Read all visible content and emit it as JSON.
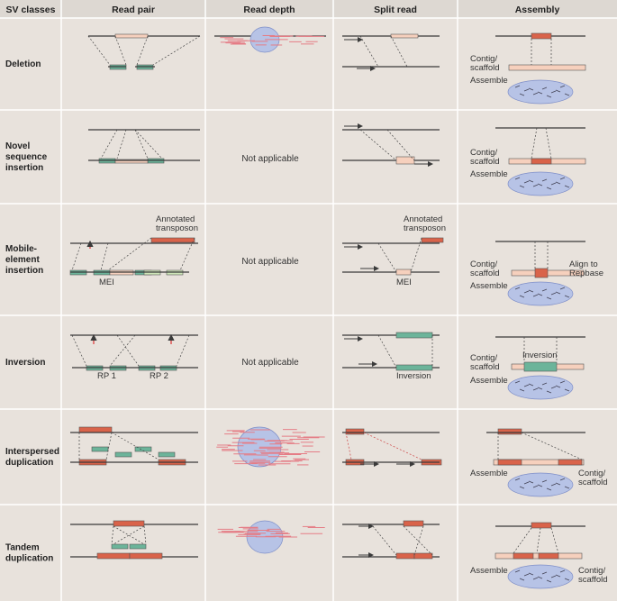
{
  "headers": [
    "SV classes",
    "Read pair",
    "Read depth",
    "Split read",
    "Assembly"
  ],
  "rows": [
    {
      "label": [
        "Deletion"
      ],
      "read_depth": "",
      "assembly": {
        "contig": [
          "Contig/",
          "scaffold"
        ],
        "assemble": "Assemble"
      }
    },
    {
      "label": [
        "Novel",
        "sequence",
        "insertion"
      ],
      "read_depth": "Not applicable",
      "assembly": {
        "contig": [
          "Contig/",
          "scaffold"
        ],
        "assemble": "Assemble"
      }
    },
    {
      "label": [
        "Mobile-",
        "element",
        "insertion"
      ],
      "read_depth": "Not applicable",
      "read_pair": {
        "annotated": [
          "Annotated",
          "transposon"
        ],
        "mei": "MEI"
      },
      "split_read": {
        "annotated": [
          "Annotated",
          "transposon"
        ],
        "mei": "MEI"
      },
      "assembly": {
        "contig": [
          "Contig/",
          "scaffold"
        ],
        "assemble": "Assemble",
        "align": [
          "Align to",
          "Repbase"
        ]
      }
    },
    {
      "label": [
        "Inversion"
      ],
      "read_depth": "Not applicable",
      "read_pair": {
        "rp1": "RP 1",
        "rp2": "RP 2"
      },
      "split_read": {
        "inversion": "Inversion"
      },
      "assembly": {
        "contig": [
          "Contig/",
          "scaffold"
        ],
        "assemble": "Assemble",
        "inversion": "Inversion"
      }
    },
    {
      "label": [
        "Interspersed",
        "duplication"
      ],
      "read_depth": "",
      "assembly": {
        "contig": [
          "Contig/",
          "scaffold"
        ],
        "assemble": "Assemble"
      }
    },
    {
      "label": [
        "Tandem",
        "duplication"
      ],
      "read_depth": "",
      "assembly": {
        "contig": [
          "Contig/",
          "scaffold"
        ],
        "assemble": "Assemble"
      }
    }
  ],
  "colors": {
    "header_bg": "#ddd8d2",
    "row_bg": "#e8e2dc",
    "border": "#ffffff",
    "line": "#3a3a3a",
    "green": "#6cb49a",
    "red": "#d9634a",
    "peach": "#f6d0bd",
    "blue": "#b7c3e6",
    "pink": "#e57d86"
  }
}
